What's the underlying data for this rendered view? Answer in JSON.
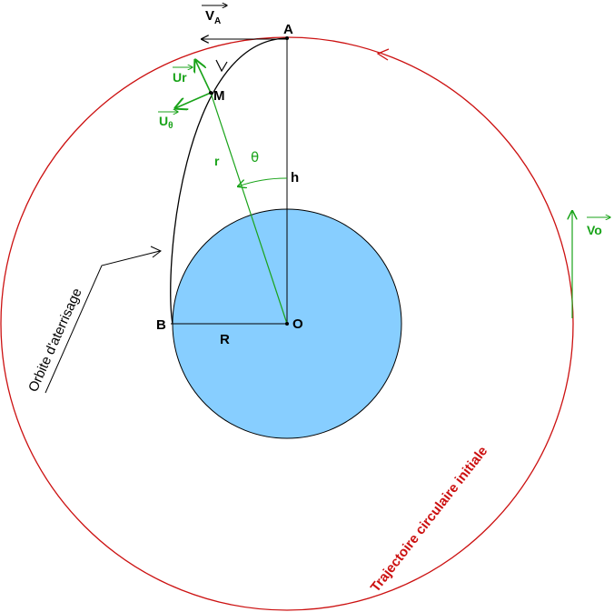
{
  "colors": {
    "orbit": "#cc1111",
    "planet_fill": "#87ceff",
    "vectors": "#19a319",
    "ink": "#000000"
  },
  "labels": {
    "point_a": "A",
    "point_m": "M",
    "point_b": "B",
    "point_o": "O",
    "radius_R": "R",
    "radius_r": "r",
    "altitude_h": "h",
    "angle_theta": "θ",
    "ur_main": "U",
    "ur_sub": "r",
    "utheta_main": "U",
    "utheta_sub": "θ",
    "va_main": "V",
    "va_sub": "A",
    "vo": "Vo",
    "landing_orbit": "Orbite d'aterrisage",
    "initial_orbit": "Trajectoire circulaire initiale"
  }
}
